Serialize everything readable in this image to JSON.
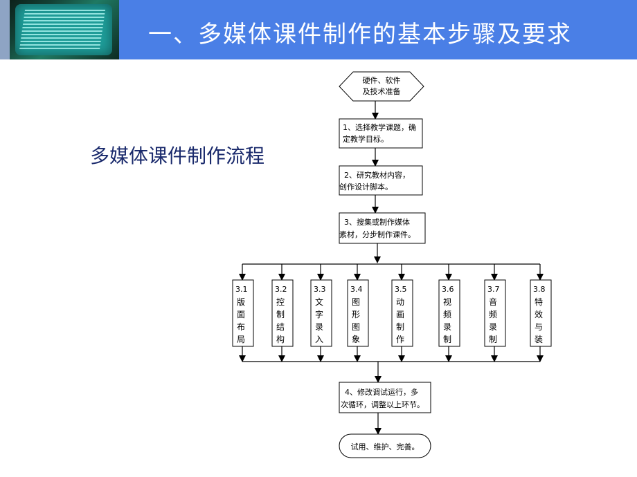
{
  "header": {
    "title": "一、多媒体课件制作的基本步骤及要求",
    "photo": "monitor-code-photo",
    "color": "#4a7fe6"
  },
  "subtitle": "多媒体课件制作流程",
  "flowchart": {
    "start": [
      "硬件、软件",
      "及技术准备"
    ],
    "step1": [
      "1、选择教学课题，确",
      "定教学目标。"
    ],
    "step2": [
      "2、研究教材内容，",
      "创作设计脚本。"
    ],
    "step3": [
      "3、搜集或制作媒体",
      "素材，分步制作课件。"
    ],
    "substeps": [
      {
        "num": "3.1",
        "chars": [
          "版",
          "面",
          "布",
          "局"
        ]
      },
      {
        "num": "3.2",
        "chars": [
          "控",
          "制",
          "结",
          "构"
        ]
      },
      {
        "num": "3.3",
        "chars": [
          "文",
          "字",
          "录",
          "入"
        ]
      },
      {
        "num": "3.4",
        "chars": [
          "图",
          "形",
          "图",
          "象"
        ]
      },
      {
        "num": "3.5",
        "chars": [
          "动",
          "画",
          "制",
          "作"
        ]
      },
      {
        "num": "3.6",
        "chars": [
          "视",
          "频",
          "录",
          "制"
        ]
      },
      {
        "num": "3.7",
        "chars": [
          "音",
          "频",
          "录",
          "制"
        ]
      },
      {
        "num": "3.8",
        "chars": [
          "特",
          "效",
          "与",
          "装"
        ]
      }
    ],
    "step4": [
      "4、修改调试运行，多",
      "次循环，调整以上环节。"
    ],
    "end": "试用、维护、完善。"
  }
}
